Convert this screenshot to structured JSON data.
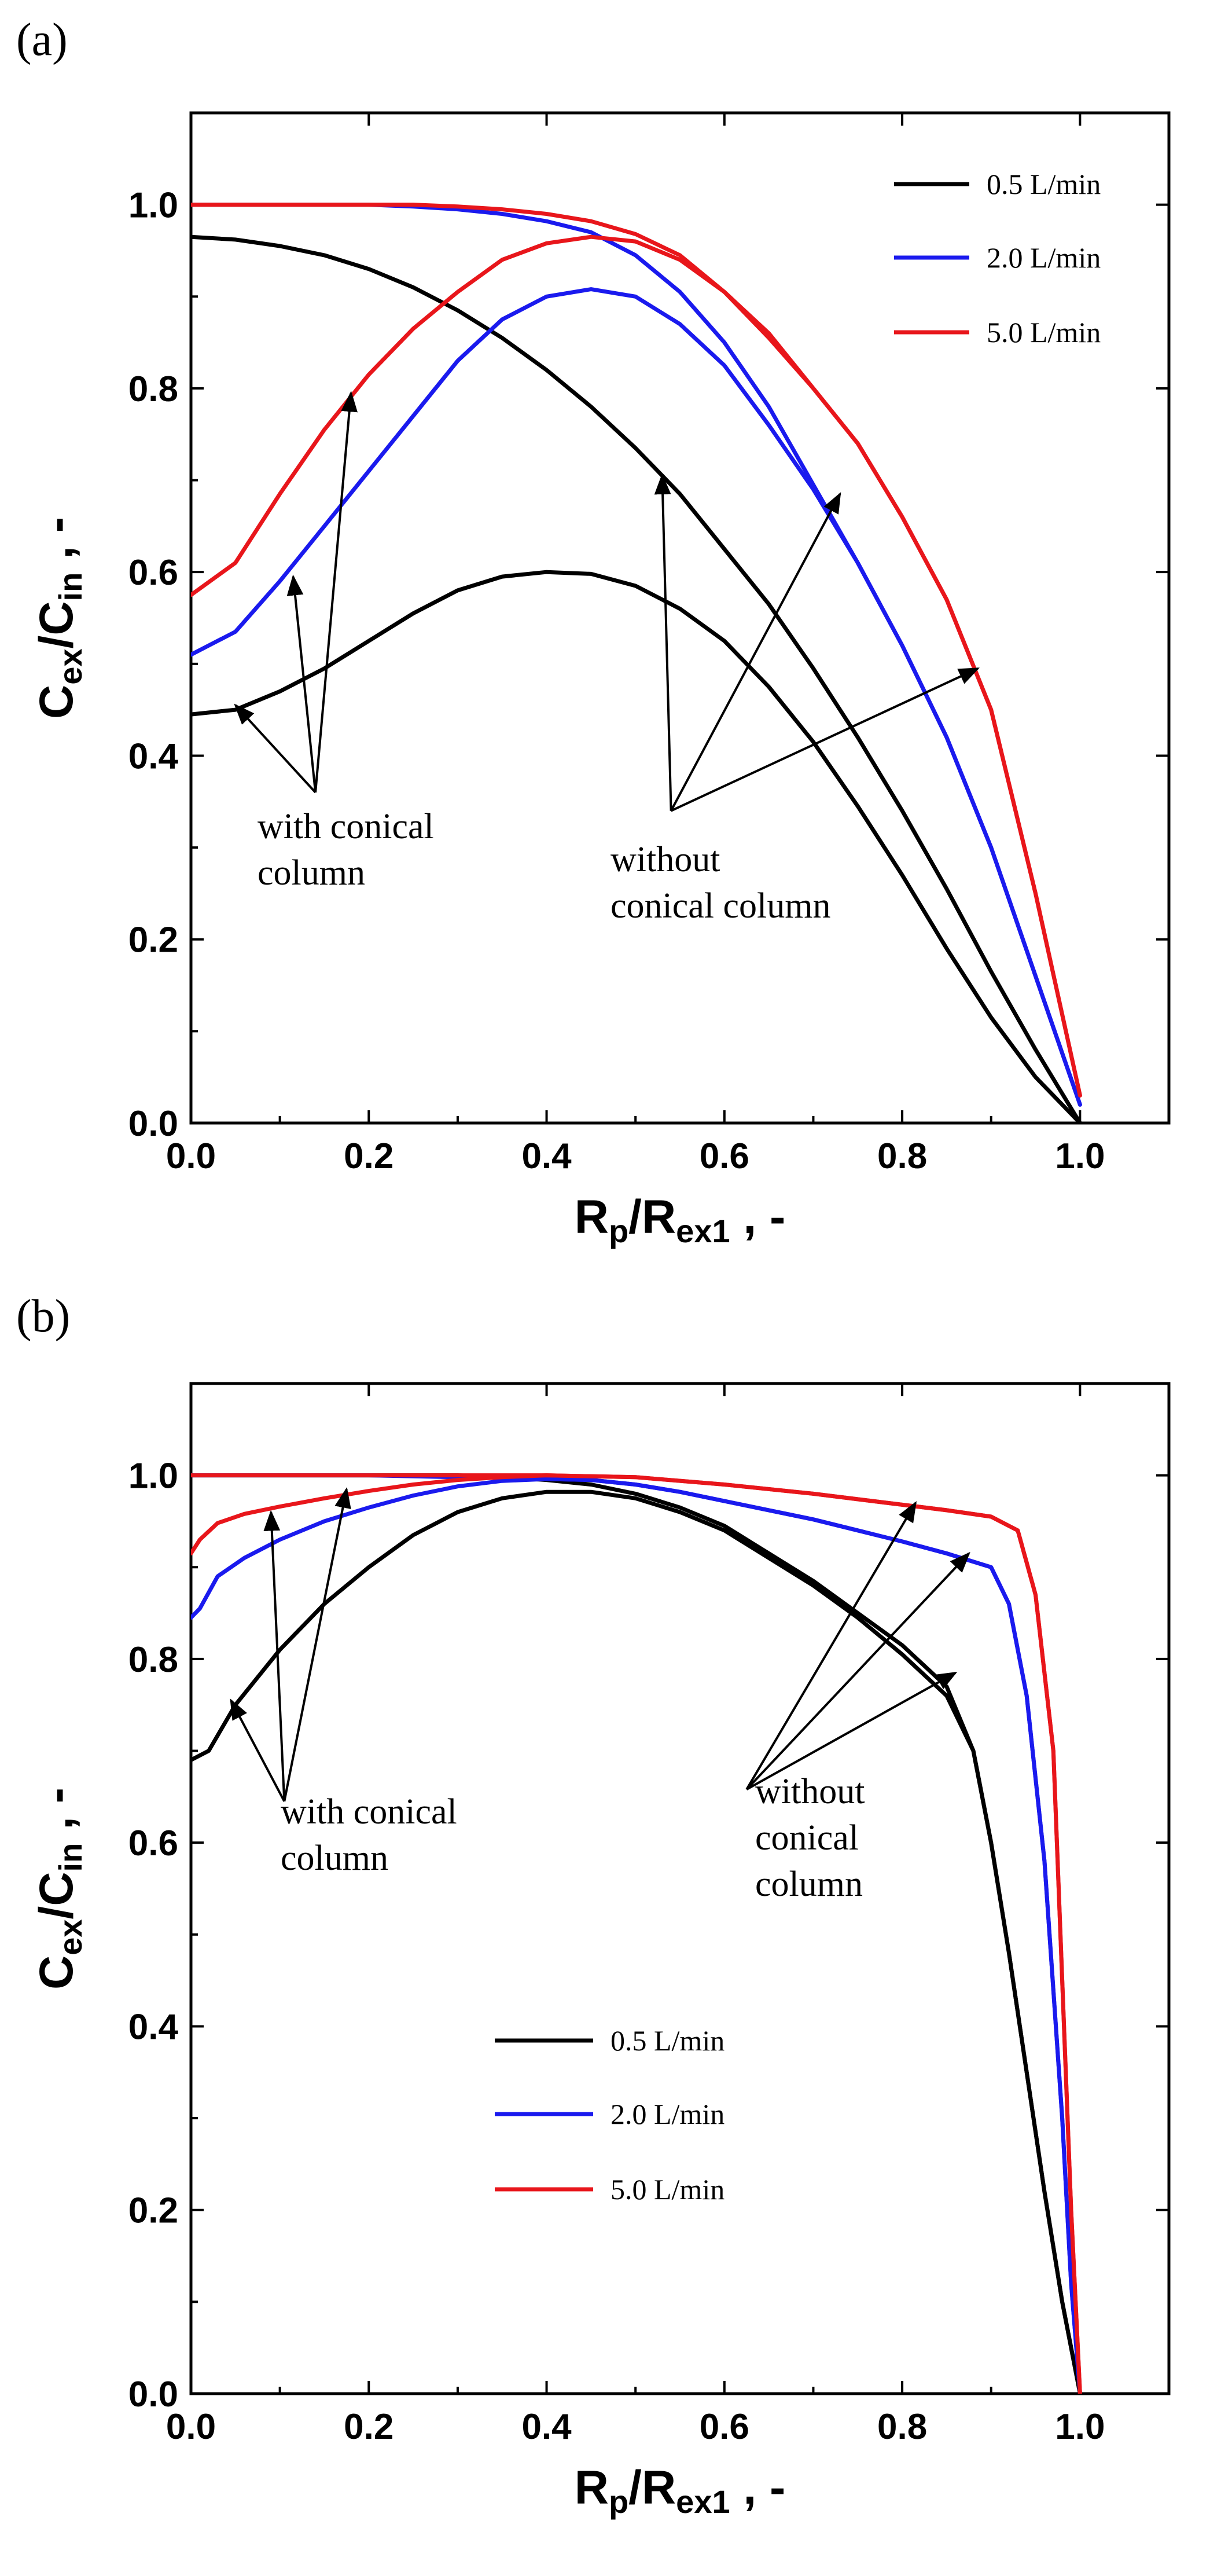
{
  "chart_data": [
    {
      "panel_label": "(a)",
      "type": "line",
      "xlabel": "Rp/Rex1 , -",
      "ylabel": "Cex/Cin , -",
      "xlim": [
        0,
        1.1
      ],
      "ylim": [
        0,
        1.1
      ],
      "xticks": [
        "0.0",
        "0.2",
        "0.4",
        "0.6",
        "0.8",
        "1.0"
      ],
      "yticks": [
        "0.0",
        "0.2",
        "0.4",
        "0.6",
        "0.8",
        "1.0"
      ],
      "legend": {
        "placement": "top-right",
        "entries": [
          "0.5 L/min",
          "2.0 L/min",
          "5.0 L/min"
        ]
      },
      "colors": {
        "0.5 L/min": "#000000",
        "2.0 L/min": "#1a1aee",
        "5.0 L/min": "#e8161b"
      },
      "annotations": [
        {
          "text": "with conical column",
          "lines": [
            "with conical",
            "column"
          ]
        },
        {
          "text": "without conical column",
          "lines": [
            "without",
            "conical column"
          ]
        }
      ],
      "series": [
        {
          "name": "0.5 L/min",
          "variant": "with conical column",
          "x": [
            0,
            0.05,
            0.1,
            0.15,
            0.2,
            0.25,
            0.3,
            0.35,
            0.4,
            0.45,
            0.5,
            0.55,
            0.6,
            0.65,
            0.7,
            0.75,
            0.8,
            0.85,
            0.9,
            0.95,
            1.0
          ],
          "y": [
            0.445,
            0.45,
            0.47,
            0.495,
            0.525,
            0.555,
            0.58,
            0.595,
            0.6,
            0.598,
            0.585,
            0.56,
            0.525,
            0.475,
            0.415,
            0.345,
            0.27,
            0.19,
            0.115,
            0.05,
            0.0
          ]
        },
        {
          "name": "0.5 L/min",
          "variant": "without conical column",
          "x": [
            0,
            0.05,
            0.1,
            0.15,
            0.2,
            0.25,
            0.3,
            0.35,
            0.4,
            0.45,
            0.5,
            0.55,
            0.6,
            0.65,
            0.7,
            0.75,
            0.8,
            0.85,
            0.9,
            0.95,
            1.0
          ],
          "y": [
            0.965,
            0.962,
            0.955,
            0.945,
            0.93,
            0.91,
            0.885,
            0.855,
            0.82,
            0.78,
            0.735,
            0.685,
            0.625,
            0.565,
            0.495,
            0.42,
            0.34,
            0.255,
            0.165,
            0.08,
            0.0
          ]
        },
        {
          "name": "2.0 L/min",
          "variant": "with conical column",
          "x": [
            0,
            0.05,
            0.1,
            0.15,
            0.2,
            0.25,
            0.3,
            0.35,
            0.4,
            0.45,
            0.5,
            0.55,
            0.6,
            0.65,
            0.7,
            0.75,
            0.8,
            0.85,
            0.9,
            0.95,
            1.0
          ],
          "y": [
            0.51,
            0.535,
            0.59,
            0.65,
            0.71,
            0.77,
            0.83,
            0.875,
            0.9,
            0.908,
            0.9,
            0.87,
            0.825,
            0.76,
            0.69,
            0.61,
            0.52,
            0.42,
            0.3,
            0.16,
            0.02
          ]
        },
        {
          "name": "2.0 L/min",
          "variant": "without conical column",
          "x": [
            0,
            0.05,
            0.1,
            0.15,
            0.2,
            0.25,
            0.3,
            0.35,
            0.4,
            0.45,
            0.5,
            0.55,
            0.6,
            0.65,
            0.7,
            0.75,
            0.8,
            0.85,
            0.9,
            0.95,
            1.0
          ],
          "y": [
            1.0,
            1.0,
            1.0,
            1.0,
            1.0,
            0.998,
            0.995,
            0.99,
            0.982,
            0.97,
            0.945,
            0.905,
            0.85,
            0.78,
            0.695,
            0.61,
            0.52,
            0.42,
            0.3,
            0.16,
            0.02
          ]
        },
        {
          "name": "5.0 L/min",
          "variant": "with conical column",
          "x": [
            0,
            0.05,
            0.1,
            0.15,
            0.2,
            0.25,
            0.3,
            0.35,
            0.4,
            0.45,
            0.5,
            0.55,
            0.6,
            0.65,
            0.7,
            0.75,
            0.8,
            0.85,
            0.9,
            0.95,
            1.0
          ],
          "y": [
            0.575,
            0.61,
            0.685,
            0.755,
            0.815,
            0.865,
            0.905,
            0.94,
            0.958,
            0.965,
            0.96,
            0.94,
            0.905,
            0.855,
            0.8,
            0.74,
            0.66,
            0.57,
            0.45,
            0.25,
            0.03
          ]
        },
        {
          "name": "5.0 L/min",
          "variant": "without conical column",
          "x": [
            0,
            0.05,
            0.1,
            0.15,
            0.2,
            0.25,
            0.3,
            0.35,
            0.4,
            0.45,
            0.5,
            0.55,
            0.6,
            0.65,
            0.7,
            0.75,
            0.8,
            0.85,
            0.9,
            0.95,
            1.0
          ],
          "y": [
            1.0,
            1.0,
            1.0,
            1.0,
            1.0,
            1.0,
            0.998,
            0.995,
            0.99,
            0.982,
            0.968,
            0.945,
            0.905,
            0.86,
            0.8,
            0.74,
            0.66,
            0.57,
            0.45,
            0.25,
            0.03
          ]
        }
      ]
    },
    {
      "panel_label": "(b)",
      "type": "line",
      "xlabel": "Rp/Rex1 , -",
      "ylabel": "Cex/Cin , -",
      "xlim": [
        0,
        1.1
      ],
      "ylim": [
        0,
        1.1
      ],
      "xticks": [
        "0.0",
        "0.2",
        "0.4",
        "0.6",
        "0.8",
        "1.0"
      ],
      "yticks": [
        "0.0",
        "0.2",
        "0.4",
        "0.6",
        "0.8",
        "1.0"
      ],
      "legend": {
        "placement": "bottom-center",
        "entries": [
          "0.5 L/min",
          "2.0 L/min",
          "5.0 L/min"
        ]
      },
      "colors": {
        "0.5 L/min": "#000000",
        "2.0 L/min": "#1a1aee",
        "5.0 L/min": "#e8161b"
      },
      "annotations": [
        {
          "text": "with conical column",
          "lines": [
            "with conical",
            "column"
          ]
        },
        {
          "text": "without conical column",
          "lines": [
            "without",
            "conical",
            "column"
          ]
        }
      ],
      "series": [
        {
          "name": "0.5 L/min",
          "variant": "with conical column",
          "x": [
            0,
            0.02,
            0.05,
            0.1,
            0.15,
            0.2,
            0.25,
            0.3,
            0.35,
            0.4,
            0.45,
            0.5,
            0.55,
            0.6,
            0.65,
            0.7,
            0.75,
            0.8,
            0.85,
            0.88,
            0.9,
            0.92,
            0.94,
            0.96,
            0.98,
            1.0
          ],
          "y": [
            0.69,
            0.7,
            0.75,
            0.81,
            0.86,
            0.9,
            0.935,
            0.96,
            0.975,
            0.982,
            0.982,
            0.975,
            0.96,
            0.94,
            0.91,
            0.88,
            0.845,
            0.805,
            0.76,
            0.7,
            0.6,
            0.48,
            0.35,
            0.22,
            0.1,
            0.0
          ]
        },
        {
          "name": "0.5 L/min",
          "variant": "without conical column",
          "x": [
            0,
            0.05,
            0.1,
            0.15,
            0.2,
            0.25,
            0.3,
            0.35,
            0.4,
            0.45,
            0.5,
            0.55,
            0.6,
            0.65,
            0.7,
            0.75,
            0.8,
            0.85,
            0.88,
            0.9,
            0.92,
            0.94,
            0.96,
            0.98,
            1.0
          ],
          "y": [
            1.0,
            1.0,
            1.0,
            1.0,
            1.0,
            1.0,
            1.0,
            0.998,
            0.995,
            0.99,
            0.98,
            0.965,
            0.945,
            0.915,
            0.885,
            0.85,
            0.815,
            0.77,
            0.7,
            0.6,
            0.48,
            0.35,
            0.22,
            0.1,
            0.0
          ]
        },
        {
          "name": "2.0 L/min",
          "variant": "with conical column",
          "x": [
            0,
            0.01,
            0.03,
            0.06,
            0.1,
            0.15,
            0.2,
            0.25,
            0.3,
            0.35,
            0.4,
            0.45,
            0.5,
            0.55,
            0.6,
            0.65,
            0.7,
            0.75,
            0.8,
            0.85,
            0.9,
            0.92,
            0.94,
            0.96,
            0.98,
            0.99,
            1.0
          ],
          "y": [
            0.845,
            0.855,
            0.89,
            0.91,
            0.93,
            0.95,
            0.965,
            0.978,
            0.988,
            0.994,
            0.996,
            0.995,
            0.99,
            0.982,
            0.972,
            0.962,
            0.952,
            0.94,
            0.928,
            0.915,
            0.9,
            0.86,
            0.76,
            0.58,
            0.3,
            0.12,
            0.0
          ]
        },
        {
          "name": "2.0 L/min",
          "variant": "without conical column",
          "x": [
            0,
            0.1,
            0.2,
            0.3,
            0.4,
            0.45,
            0.5,
            0.55,
            0.6,
            0.65,
            0.7,
            0.75,
            0.8,
            0.85,
            0.9,
            0.92,
            0.94,
            0.96,
            0.98,
            0.99,
            1.0
          ],
          "y": [
            1.0,
            1.0,
            1.0,
            0.998,
            0.996,
            0.995,
            0.99,
            0.982,
            0.972,
            0.962,
            0.952,
            0.94,
            0.928,
            0.915,
            0.9,
            0.86,
            0.76,
            0.58,
            0.3,
            0.12,
            0.0
          ]
        },
        {
          "name": "5.0 L/min",
          "variant": "with conical column",
          "x": [
            0,
            0.01,
            0.03,
            0.06,
            0.1,
            0.15,
            0.2,
            0.25,
            0.3,
            0.35,
            0.4,
            0.5,
            0.6,
            0.7,
            0.8,
            0.85,
            0.9,
            0.93,
            0.95,
            0.97,
            0.98,
            0.99,
            1.0
          ],
          "y": [
            0.915,
            0.93,
            0.948,
            0.958,
            0.966,
            0.975,
            0.983,
            0.99,
            0.995,
            0.998,
            1.0,
            0.998,
            0.99,
            0.98,
            0.968,
            0.962,
            0.955,
            0.94,
            0.87,
            0.7,
            0.45,
            0.2,
            0.0
          ]
        },
        {
          "name": "5.0 L/min",
          "variant": "without conical column",
          "x": [
            0,
            0.1,
            0.2,
            0.3,
            0.4,
            0.5,
            0.6,
            0.7,
            0.8,
            0.85,
            0.9,
            0.93,
            0.95,
            0.97,
            0.98,
            0.99,
            1.0
          ],
          "y": [
            1.0,
            1.0,
            1.0,
            1.0,
            1.0,
            0.998,
            0.99,
            0.98,
            0.968,
            0.962,
            0.955,
            0.94,
            0.87,
            0.7,
            0.45,
            0.2,
            0.0
          ]
        }
      ]
    }
  ]
}
